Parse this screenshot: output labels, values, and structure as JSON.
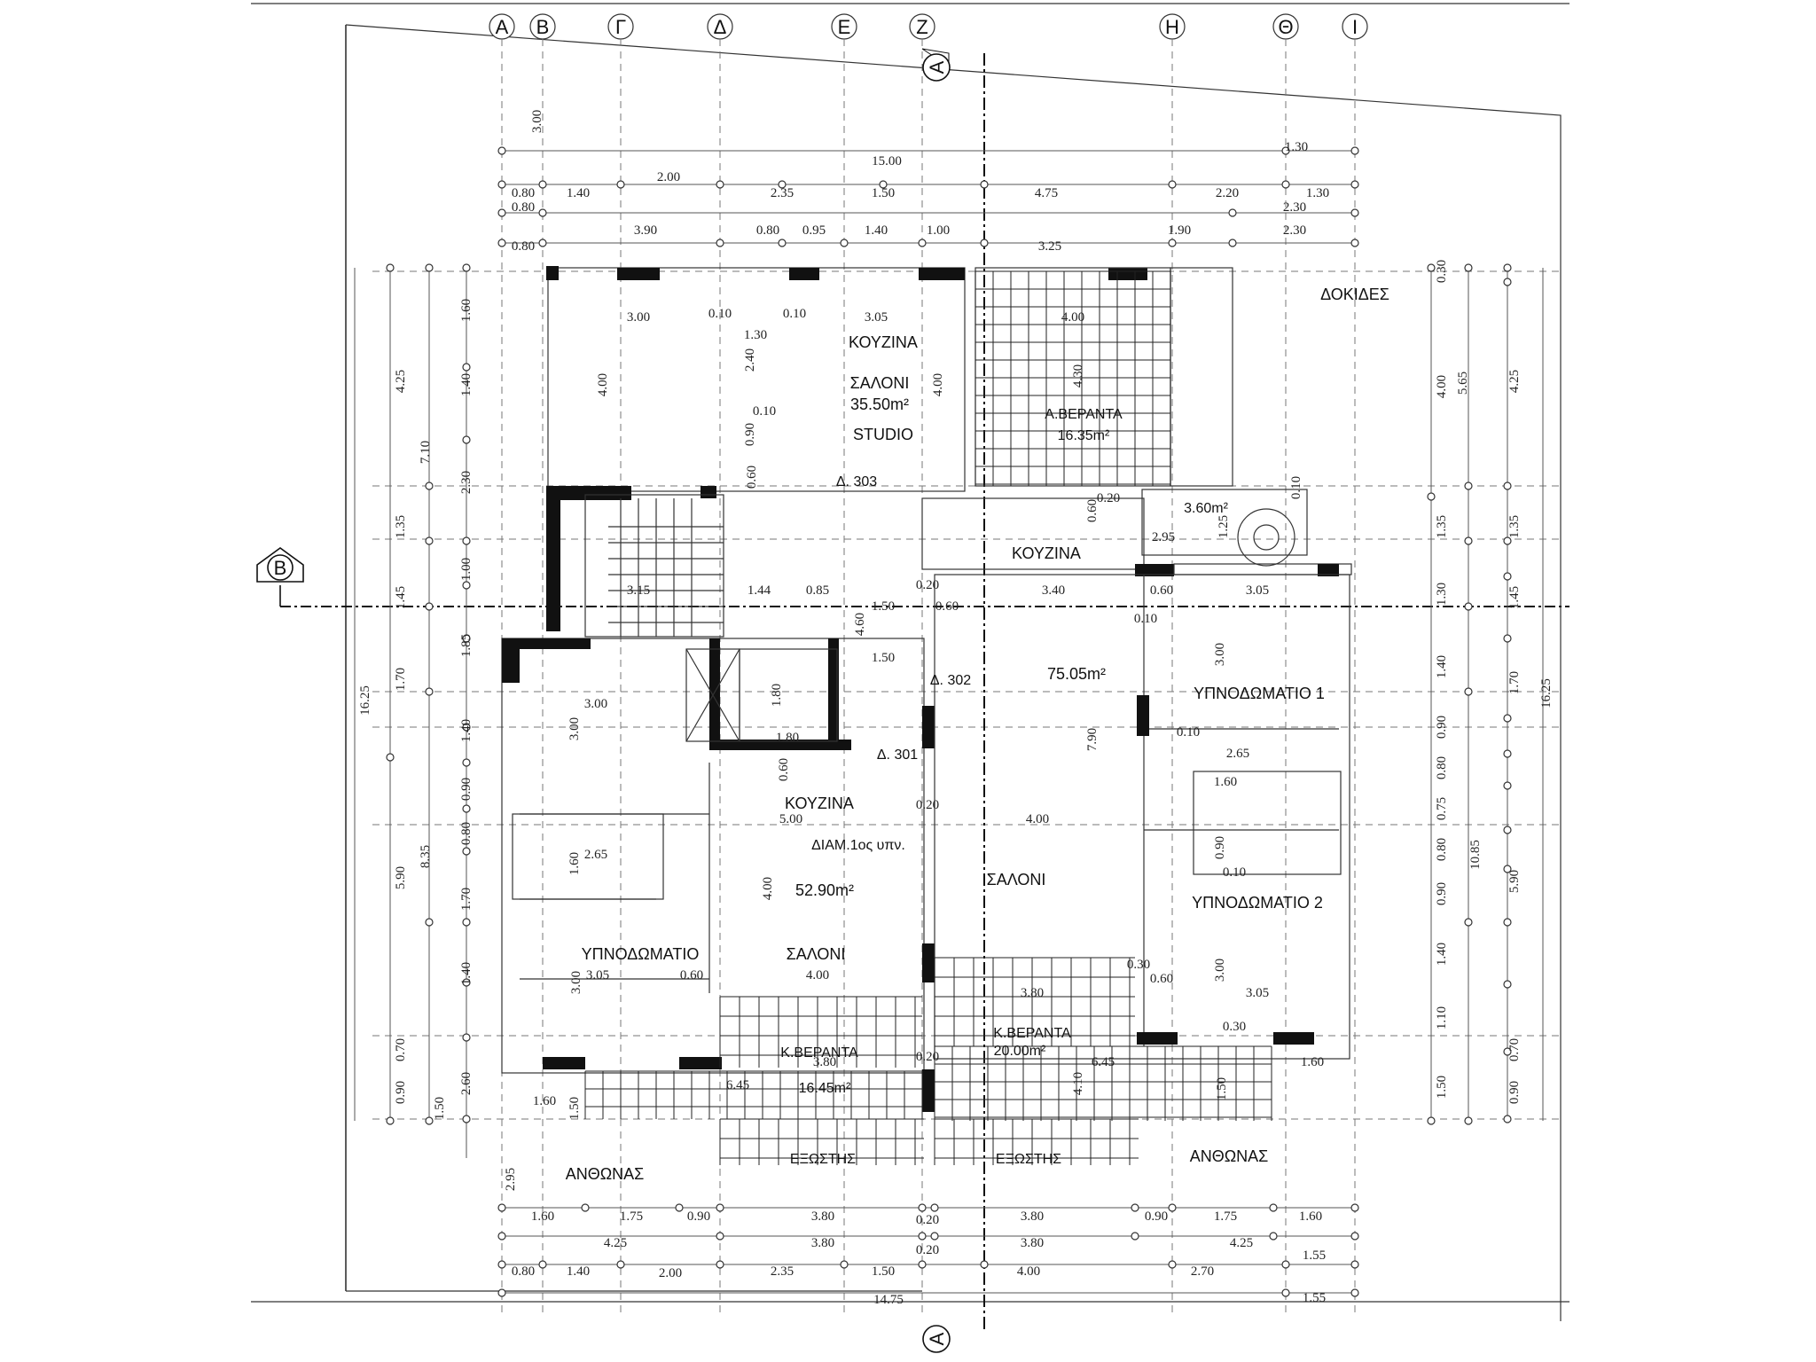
{
  "grid_labels": [
    "Α",
    "Β",
    "Γ",
    "Δ",
    "Ε",
    "Ζ",
    "Η",
    "Θ",
    "Ι"
  ],
  "section_label": "Α",
  "side_label": "Β",
  "rooms": {
    "studio_kitchen": "ΚΟΥΖΙΝΑ",
    "studio_living": "ΣΑΛΟΝΙ",
    "studio_area": "35.50m²",
    "studio_title": "STUDIO",
    "veranda_a": "Α.ΒΕΡΑΝΤΑ",
    "veranda_a_area": "16.35m²",
    "beams": "ΔΟΚΙΔΕΣ",
    "small_area": "3.60m²",
    "kitchen_right": "ΚΟΥΖΙΝΑ",
    "right_area": "75.05m²",
    "bedroom1": "ΥΠΝΟΔΩΜΑΤΙΟ 1",
    "bedroom2": "ΥΠΝΟΔΩΜΑΤΙΟ 2",
    "salon_right": "ΣΑΛΟΝΙ",
    "kitchen_left": "ΚΟΥΖΙΝΑ",
    "apt_left": "ΔΙΑΜ.1ος υπν.",
    "apt_left_area": "52.90m²",
    "bedroom_left": "ΥΠΝΟΔΩΜΑΤΙΟ",
    "salon_left": "ΣΑΛΟΝΙ",
    "veranda_k_left": "Κ.ΒΕΡΑΝΤΑ",
    "veranda_k_left_area": "16.45m²",
    "veranda_k_right": "Κ.ΒΕΡΑΝΤΑ",
    "veranda_k_right_area": "20.00m²",
    "balcony1": "ΕΞΩΣΤΗΣ",
    "balcony2": "ΕΞΩΣΤΗΣ",
    "flowerbed_left": "ΑΝΘΩΝΑΣ",
    "flowerbed_right": "ΑΝΘΩΝΑΣ",
    "door_303": "Δ. 303",
    "door_302": "Δ. 302",
    "door_301": "Δ. 301"
  },
  "dims": {
    "top_overall": "15.00",
    "top_r": "1.30",
    "top_first": "3.00",
    "row2": [
      "0.80",
      "1.40",
      "2.00",
      "2.35",
      "1.50",
      "4.75",
      "2.20",
      "1.30"
    ],
    "row3": [
      "0.80",
      "2.30"
    ],
    "row4": [
      "0.80",
      "3.90",
      "0.80",
      "0.95",
      "1.40",
      "1.00",
      "3.25",
      "1.90",
      "2.30"
    ],
    "bottom1": [
      "1.60",
      "1.75",
      "0.90",
      "3.80",
      "0.20",
      "3.80",
      "0.90",
      "1.75",
      "1.60"
    ],
    "bottom2": [
      "4.25",
      "3.80",
      "0.20",
      "3.80",
      "4.25",
      "1.55"
    ],
    "bottom3": [
      "0.80",
      "1.40",
      "2.00",
      "2.35",
      "1.50",
      "4.00",
      "2.70",
      "1.55"
    ],
    "bottom_overall": "14.75",
    "left_outer": "16.25",
    "left_a": [
      "7.10",
      "8.35"
    ],
    "left_b": [
      "4.25",
      "1.35",
      "1.45",
      "1.70",
      "5.90",
      "0.90",
      "1.50"
    ],
    "left_c": [
      "1.60",
      "1.40",
      "2.30",
      "1.00",
      "1.85",
      "1.40",
      "0.90",
      "0.80",
      "1.70",
      "1.40",
      "0.70",
      "2.60"
    ],
    "right_outer": "16.25",
    "right_a": [
      "5.65",
      "10.85"
    ],
    "right_b": [
      "4.25",
      "1.35",
      "1.45",
      "1.70",
      "5.90",
      "0.90"
    ],
    "right_c": [
      "0.30",
      "4.00",
      "1.35",
      "1.30",
      "1.40",
      "0.90",
      "0.80",
      "0.75",
      "0.80",
      "0.90",
      "1.40",
      "1.10",
      "1.50"
    ],
    "right_d": [
      "0.70"
    ],
    "inner": {
      "studio_w": "3.00",
      "studio_h": "4.00",
      "studio_r": "3.05",
      "studio_rh": "4.00",
      "s010a": "0.10",
      "s010b": "0.10",
      "s130": "1.30",
      "s240": "2.40",
      "s010c": "0.10",
      "s090": "0.90",
      "s060": "0.60",
      "ver_w": "4.00",
      "ver_h": "4.30",
      "s020": "0.20",
      "s060b": "0.60",
      "s295": "2.95",
      "s125": "1.25",
      "s010d": "0.10",
      "k315": "3.15",
      "k144": "1.44",
      "k085": "0.85",
      "k150": "1.50",
      "k460": "4.60",
      "k020": "0.20",
      "k060": "0.60",
      "r340": "3.40",
      "r060": "0.60",
      "r305": "3.05",
      "r010": "0.10",
      "r300": "3.00",
      "r790": "7.90",
      "k150b": "1.50",
      "k180": "1.80",
      "k180b": "1.80",
      "l300": "3.00",
      "l300h": "3.00",
      "l060": "0.60",
      "l500": "5.00",
      "l020": "0.20",
      "l400": "4.00",
      "l265": "2.65",
      "l160": "1.60",
      "l400h": "4.00",
      "b160": "1.60",
      "b265": "2.65",
      "b090": "0.90",
      "b010": "0.10",
      "b010b": "0.10",
      "l305": "3.05",
      "l300c": "3.00",
      "l060b": "0.60",
      "l400b": "4.00",
      "r030": "0.30",
      "r300b": "3.00",
      "r060c": "0.60",
      "r305b": "3.05",
      "r030b": "0.30",
      "v380": "3.80",
      "v380b": "3.80",
      "v020": "0.20",
      "v645": "6.45",
      "v645b": "6.45",
      "v410": "4.10",
      "v160": "1.60",
      "v150": "1.50",
      "v150b": "1.50",
      "v160b": "1.60",
      "l295": "2.95"
    }
  }
}
